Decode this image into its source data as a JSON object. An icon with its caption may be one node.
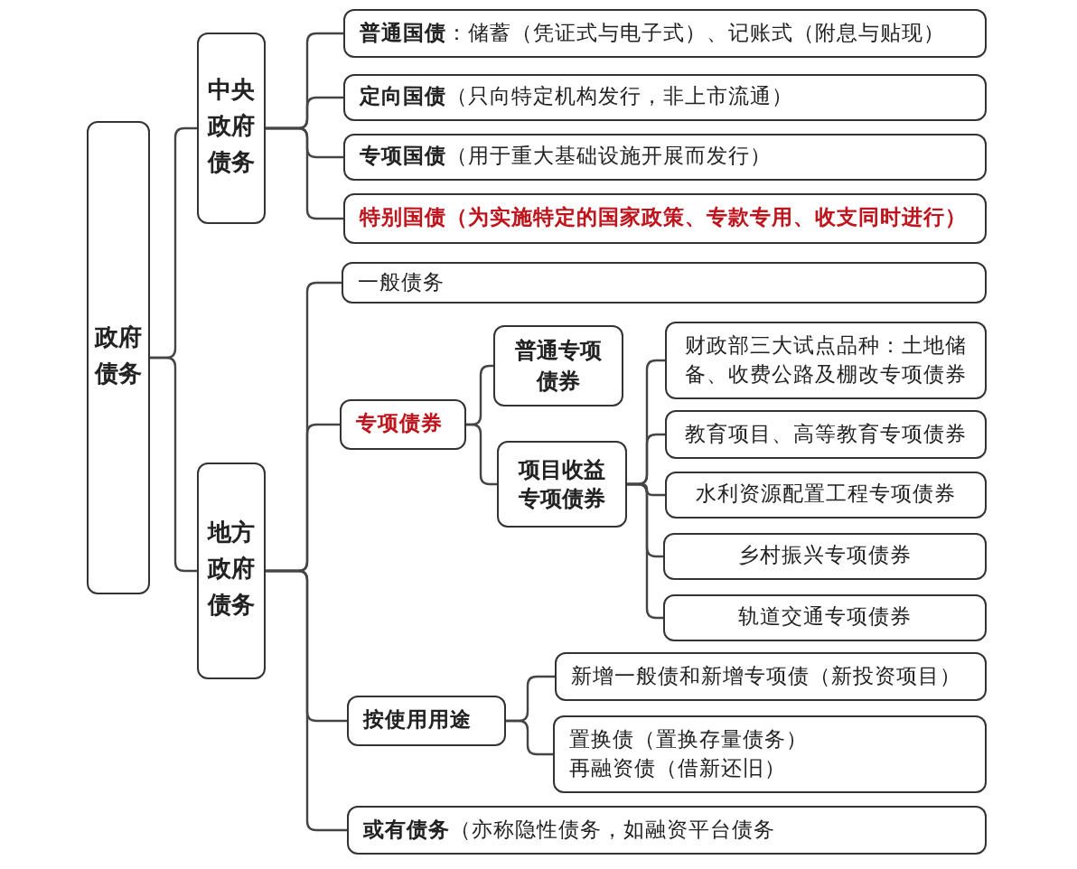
{
  "diagram": {
    "nodes": [
      {
        "text": [
          "政府债务"
        ]
      },
      {
        "text": [
          "中央政府债务"
        ]
      },
      {
        "text": [
          "**普通国债**：储蓄（凭证式与电子式）、记账式（附息与贴现）"
        ]
      },
      {
        "text": [
          "**定向国债**（只向特定机构发行，非上市流通）"
        ]
      },
      {
        "text": [
          "**专项国债**（用于重大基础设施开展而发行）"
        ]
      },
      {
        "text": [
          "特别国债（为实施特定的国家政策、专款专用、收支同时进行）"
        ]
      },
      {
        "text": [
          "地方政府债务"
        ]
      },
      {
        "text": [
          "一般债务"
        ]
      },
      {
        "text": [
          "专项债券"
        ]
      },
      {
        "text": [
          "普通专项债券"
        ]
      },
      {
        "text": [
          "项目收益专项债券"
        ]
      },
      {
        "text": [
          "财政部三大试点品种：土地储备、收费公路及棚改专项债券"
        ]
      },
      {
        "text": [
          "教育项目、高等教育专项债券"
        ]
      },
      {
        "text": [
          "水利资源配置工程专项债券"
        ]
      },
      {
        "text": [
          "乡村振兴专项债券"
        ]
      },
      {
        "text": [
          "轨道交通专项债券"
        ]
      },
      {
        "text": [
          "按使用用途"
        ]
      },
      {
        "text": [
          "新增一般债和新增专项债（新投资项目）"
        ]
      },
      {
        "text": [
          "置换债（置换存量债务）",
          "再融资债（借新还旧）"
        ]
      },
      {
        "text": [
          "**或有债务**（亦称隐性债务，如融资平台债务"
        ]
      }
    ],
    "edges": [
      {
        "from": 0,
        "to": 1,
        "arrow": "none"
      },
      {
        "from": 0,
        "to": 6,
        "arrow": "none"
      },
      {
        "from": 1,
        "to": 2,
        "arrow": "none"
      },
      {
        "from": 1,
        "to": 3,
        "arrow": "none"
      },
      {
        "from": 1,
        "to": 4,
        "arrow": "none"
      },
      {
        "from": 1,
        "to": 5,
        "arrow": "none"
      },
      {
        "from": 6,
        "to": 7,
        "arrow": "none"
      },
      {
        "from": 6,
        "to": 8,
        "arrow": "none"
      },
      {
        "from": 6,
        "to": 16,
        "arrow": "none"
      },
      {
        "from": 6,
        "to": 19,
        "arrow": "none"
      },
      {
        "from": 8,
        "to": 9,
        "arrow": "none"
      },
      {
        "from": 8,
        "to": 10,
        "arrow": "none"
      },
      {
        "from": 10,
        "to": 11,
        "arrow": "none"
      },
      {
        "from": 10,
        "to": 12,
        "arrow": "none"
      },
      {
        "from": 10,
        "to": 13,
        "arrow": "none"
      },
      {
        "from": 10,
        "to": 14,
        "arrow": "none"
      },
      {
        "from": 10,
        "to": 15,
        "arrow": "none"
      },
      {
        "from": 16,
        "to": 17,
        "arrow": "none"
      },
      {
        "from": 16,
        "to": 18,
        "arrow": "none"
      }
    ]
  }
}
